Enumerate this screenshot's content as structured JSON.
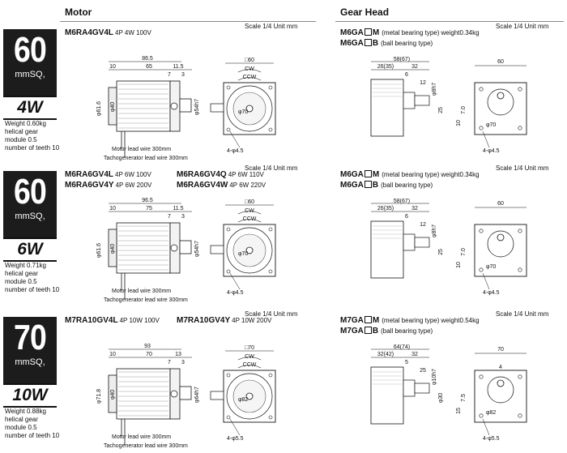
{
  "header": {
    "motor_title": "Motor",
    "gear_title": "Gear Head",
    "scale_text": "Scale 1/4 Unit mm"
  },
  "sections": [
    {
      "size": "60",
      "size_unit": "mmSQ,",
      "watt": "4W",
      "spec": [
        "Weight 0.60kg",
        "helical gear",
        "module 0.5",
        "number of teeth 10"
      ],
      "models": [
        {
          "code": "M6RA4GV4L",
          "rating": "4P 4W 100V"
        }
      ],
      "motor_dims": {
        "total": "86.5",
        "a": "10",
        "b": "65",
        "c": "11.5",
        "d": "7",
        "e": "3",
        "dia_left": "φ61.6",
        "dia_inner": "φ40",
        "shaft": "φ54h7",
        "sq": "□60",
        "bolt": "4-φ4.5",
        "pcd": "φ70"
      },
      "motor_lead": "Motor lead wire 300mm",
      "tacho_lead": "Tachogenerator lead wire 300mm",
      "cw": "CW",
      "ccw": "CCW",
      "gear_model": "M6GA",
      "gear_m": "M",
      "gear_m_desc": "(metal bearing type)",
      "gear_weight": "weight0.34kg",
      "gear_b": "B",
      "gear_b_desc": "(ball bearing type)",
      "gear_dims": {
        "len": "58(67)",
        "l1": "26(35)",
        "l2": "32",
        "s1": "6",
        "s2": "12",
        "shaft": "φ8h7",
        "d25": "25",
        "sq": "60",
        "o1": "7.0",
        "o2": "10",
        "pcd": "φ70",
        "bolt": "4-φ4.5"
      }
    },
    {
      "size": "60",
      "size_unit": "mmSQ,",
      "watt": "6W",
      "spec": [
        "Weight 0.71kg",
        "helical gear",
        "module 0.5",
        "number of teeth 10"
      ],
      "models": [
        {
          "code": "M6RA6GV4L",
          "rating": "4P 6W 100V"
        },
        {
          "code": "M6RA6GV4Q",
          "rating": "4P 6W 110V"
        },
        {
          "code": "M6RA6GV4Y",
          "rating": "4P 6W 200V"
        },
        {
          "code": "M6RA6GV4W",
          "rating": "4P 6W 220V"
        }
      ],
      "motor_dims": {
        "total": "96.5",
        "a": "10",
        "b": "75",
        "c": "11.5",
        "d": "7",
        "e": "3",
        "dia_left": "φ61.6",
        "dia_inner": "φ40",
        "shaft": "φ54h7",
        "sq": "□60",
        "bolt": "4-φ4.5",
        "pcd": "φ70"
      },
      "motor_lead": "Motor lead wire 300mm",
      "tacho_lead": "Tachogenerator lead wire 300mm",
      "cw": "CW",
      "ccw": "CCW",
      "gear_model": "M6GA",
      "gear_m": "M",
      "gear_m_desc": "(metal bearing type)",
      "gear_weight": "weight0.34kg",
      "gear_b": "B",
      "gear_b_desc": "(ball bearing type)",
      "gear_dims": {
        "len": "58(67)",
        "l1": "26(35)",
        "l2": "32",
        "s1": "6",
        "s2": "12",
        "shaft": "φ8h7",
        "d25": "25",
        "sq": "60",
        "o1": "7.0",
        "o2": "10",
        "pcd": "φ70",
        "bolt": "4-φ4.5"
      }
    },
    {
      "size": "70",
      "size_unit": "mmSQ,",
      "watt": "10W",
      "spec": [
        "Weight 0.88kg",
        "helical gear",
        "module 0.5",
        "number of teeth 10"
      ],
      "models": [
        {
          "code": "M7RA10GV4L",
          "rating": "4P 10W 100V"
        },
        {
          "code": "M7RA10GV4Y",
          "rating": "4P 10W 200V"
        }
      ],
      "motor_dims": {
        "total": "93",
        "a": "10",
        "b": "70",
        "c": "13",
        "d": "7",
        "e": "3",
        "dia_left": "φ71.8",
        "dia_inner": "φ40",
        "shaft": "φ64h7",
        "sq": "□70",
        "bolt": "4-φ5.5",
        "pcd": "φ82"
      },
      "motor_lead": "Motor lead wire 300mm",
      "tacho_lead": "Tachogenerator lead wire 300mm",
      "cw": "CW",
      "ccw": "CCW",
      "gear_model": "M7GA",
      "gear_m": "M",
      "gear_m_desc": "(metal bearing type)",
      "gear_weight": "weight0.54kg",
      "gear_b": "B",
      "gear_b_desc": "(ball bearing type)",
      "gear_dims": {
        "len": "64(74)",
        "l1": "32(42)",
        "l2": "32",
        "s1": "5",
        "s2": "25",
        "shaft": "φ10h7",
        "d25": "φ30",
        "sq": "70",
        "o1": "7.5",
        "o2": "15",
        "pcd": "φ82",
        "bolt": "4-φ5.5",
        "top": "4"
      }
    }
  ]
}
